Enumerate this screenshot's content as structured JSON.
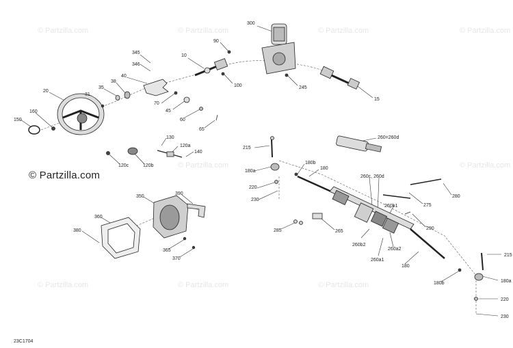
{
  "brand": {
    "text": "© Partzilla.com"
  },
  "watermark": {
    "text": "© Partzilla.com"
  },
  "drawing_code": "23C1704",
  "callouts": [
    "300",
    "90",
    "10",
    "345",
    "346",
    "40",
    "100",
    "245",
    "15",
    "20",
    "31",
    "35",
    "38",
    "70",
    "45",
    "60",
    "65",
    "160",
    "150",
    "260=260d",
    "215",
    "180b",
    "180",
    "180a",
    "220",
    "230",
    "130",
    "120a",
    "140",
    "120c",
    "120b",
    "260c, 260d",
    "260b1",
    "275",
    "280",
    "390",
    "350",
    "360",
    "380",
    "285",
    "265",
    "290",
    "260b2",
    "260a2",
    "260a1",
    "180",
    "365",
    "370",
    "215",
    "180a",
    "180b",
    "220",
    "230"
  ]
}
